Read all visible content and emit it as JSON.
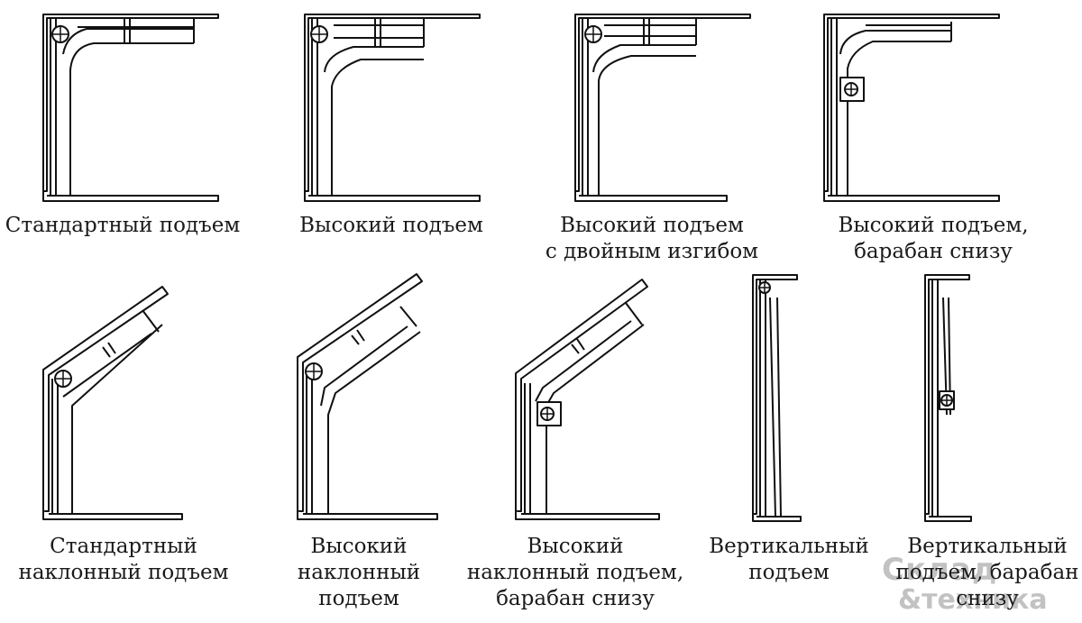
{
  "captions": [
    {
      "id": "std",
      "lines": [
        "Стандартный подъем"
      ]
    },
    {
      "id": "high",
      "lines": [
        "Высокий подъем"
      ]
    },
    {
      "id": "high-double",
      "lines": [
        "Высокий подъем",
        "с двойным изгибом"
      ]
    },
    {
      "id": "high-bottom",
      "lines": [
        "Высокий подъем,",
        "барабан снизу"
      ]
    },
    {
      "id": "std-incline",
      "lines": [
        "Стандартный",
        "наклонный подъем"
      ]
    },
    {
      "id": "high-incline",
      "lines": [
        "Высокий",
        "наклонный",
        "подъем"
      ]
    },
    {
      "id": "high-incline-bottom",
      "lines": [
        "Высокий",
        "наклонный подъем,",
        "барабан снизу"
      ]
    },
    {
      "id": "vertical",
      "lines": [
        "Вертикальный",
        "подъем"
      ]
    },
    {
      "id": "vertical-bottom",
      "lines": [
        "Вертикальный",
        "подъем, барабан",
        "снизу"
      ]
    }
  ],
  "watermark": {
    "line1": "Склад",
    "line2": "&техника"
  }
}
